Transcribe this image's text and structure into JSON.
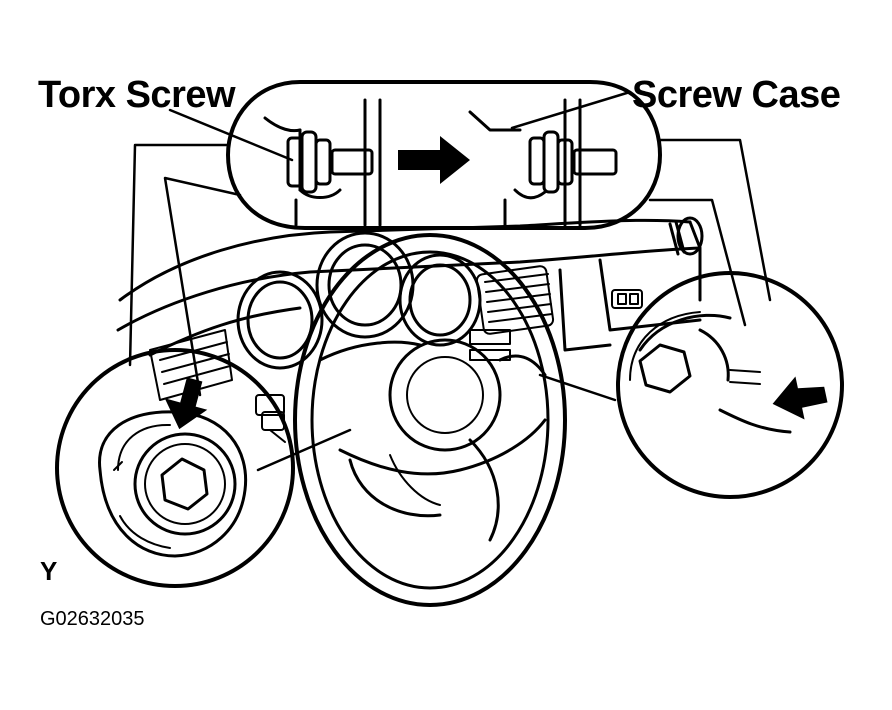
{
  "labels": {
    "torx_screw": "Torx Screw",
    "screw_case": "Screw Case",
    "view_letter": "Y",
    "figure_code": "G02632035"
  },
  "colors": {
    "ink": "#000000",
    "paper": "#ffffff"
  }
}
